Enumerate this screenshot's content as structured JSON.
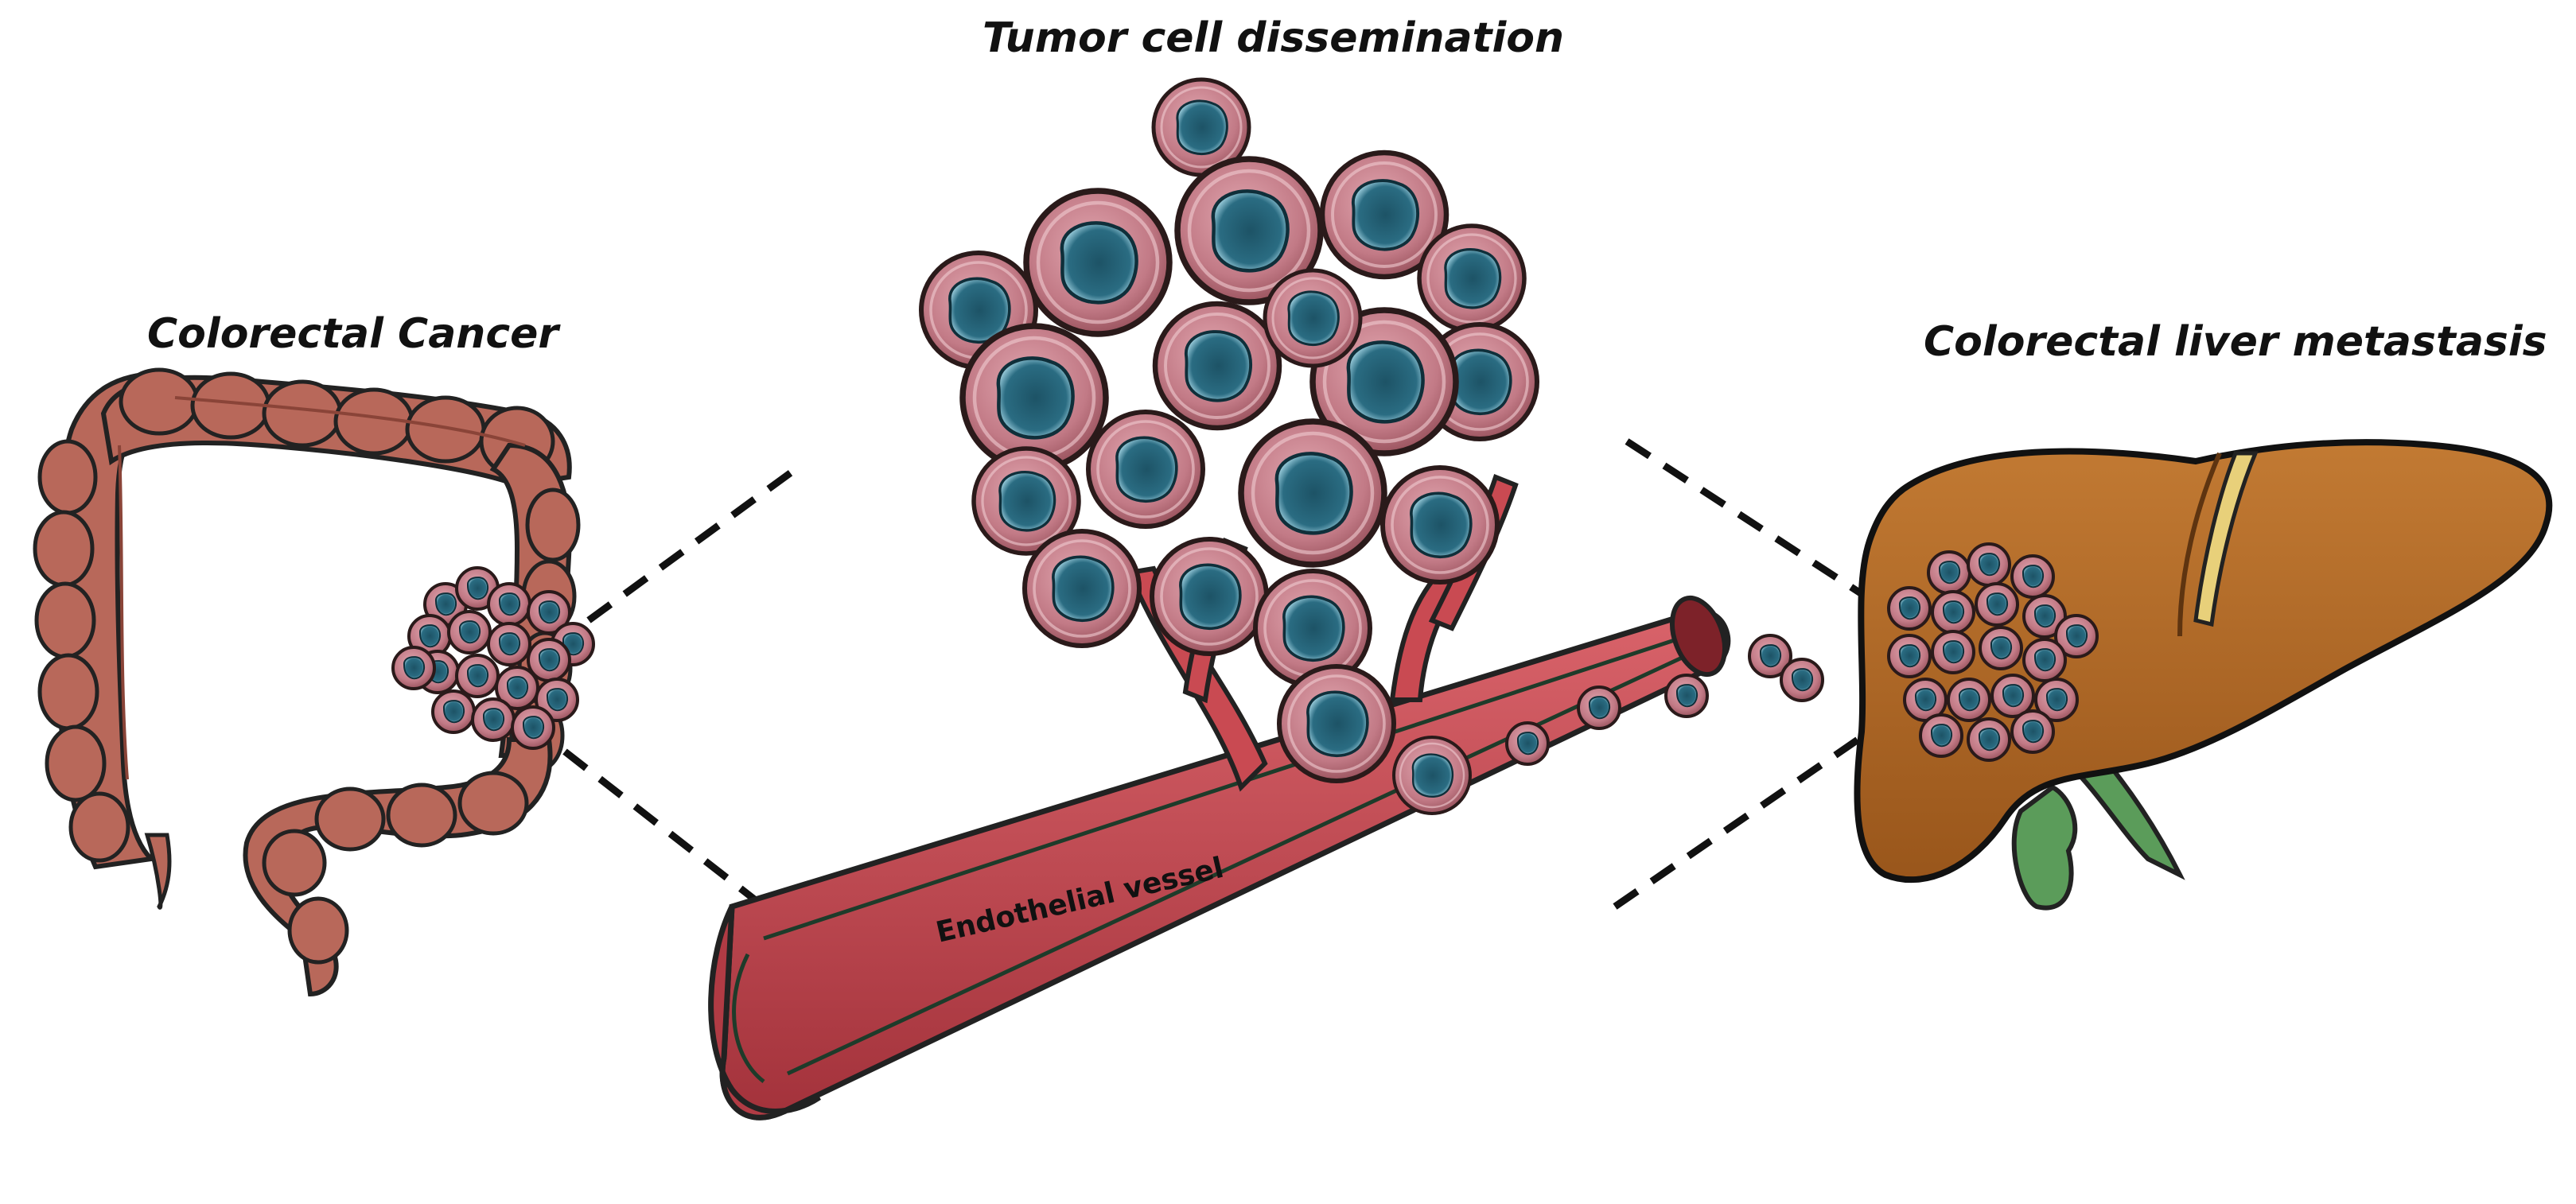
{
  "labels": {
    "dissemination": "Tumor cell dissemination",
    "colorectal_cancer": "Colorectal Cancer",
    "liver_metastasis": "Colorectal liver metastasis",
    "vessel": "Endothelial vessel"
  },
  "colors": {
    "colon": "#b8685a",
    "colon_dark": "#8a4438",
    "tumor_cell": "#c27a86",
    "tumor_cell_rim": "#e8b9c0",
    "nucleus": "#1f5a6e",
    "nucleus_halo": "#8fc6d6",
    "vessel": "#c94a52",
    "vessel_inner": "#a7363f",
    "liver": "#b26a25",
    "gallbladder": "#5b9c5a"
  }
}
